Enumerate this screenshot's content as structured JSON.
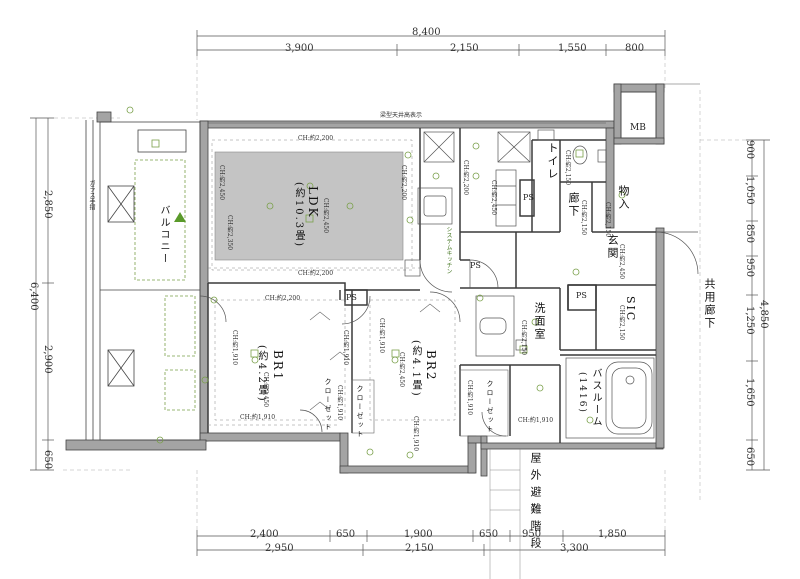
{
  "top_dims": {
    "total": "8,400",
    "segments": [
      "3,900",
      "2,150",
      "1,550",
      "800"
    ]
  },
  "bottom_dims": {
    "row1": [
      "2,400",
      "650",
      "1,900",
      "650",
      "950",
      "1,850"
    ],
    "row2": [
      "2,950",
      "2,150",
      "3,300"
    ]
  },
  "left_dims": {
    "total": "6,400",
    "segments": [
      "2,850",
      "2,900",
      "650"
    ]
  },
  "right_dims": {
    "total": "4,850",
    "segments": [
      "900",
      "1,050",
      "850",
      "950",
      "1,250",
      "1,650",
      "650"
    ]
  },
  "rooms": {
    "ldk_name": "LDK",
    "ldk_size": "(約10.3畳)",
    "br1_name": "BR1",
    "br1_size": "(約4.2畳)",
    "br2_name": "BR2",
    "br2_size": "(約4.1畳)",
    "balcony": "バルコニー",
    "toilet": "トイレ",
    "hallway": "廊下",
    "storage": "物入",
    "entrance": "玄関",
    "sic": "SIC",
    "washroom": "洗面室",
    "bathroom": "バスルーム",
    "bathroom_size": "(1416)",
    "closet1": "クローゼット",
    "closet2": "クローゼット",
    "closet3": "クローゼット",
    "common_corridor": "共用廊下",
    "stairs": "屋外避難階段",
    "mb": "MB",
    "ps1": "PS",
    "ps2": "PS",
    "ps3": "PS",
    "ps4": "PS",
    "glass_rail": "ガラス手摺",
    "kitchen_note": "システムキッチン",
    "ceiling_note": "梁型天井高表示"
  },
  "ceiling_labels": {
    "ldk_top": "CH:約2,200",
    "ldk_bottom": "CH:約2,200",
    "ldk_inner": "CH:約2,450",
    "ldk_left1": "CH:約2,450",
    "ldk_left2": "CH:約2,350",
    "ldk_right": "CH:約2,200",
    "ldk_right2": "CH:約2,200",
    "br1_top": "CH:約2,200",
    "br1_inner": "CH:約2,450",
    "br1_bottom": "CH:約1,910",
    "br2_inner": "CH:約2,450",
    "br2_bottom": "CH:約1,910",
    "br2_side": "CH:約1,910",
    "hall": "CH:約2,450",
    "hall2": "CH:約2,150",
    "toilet": "CH:約2,150",
    "storage": "CH:約2,150",
    "entrance": "CH:約2,450",
    "sic": "CH:約2,150",
    "closet1": "CH:約1,910",
    "closet2": "CH:約1,910",
    "wash": "CH:約2,150",
    "shoes": "CH:約1,910",
    "closet3": "CH:約1,910",
    "closet4": "CH:約1,910"
  },
  "colors": {
    "wall": "#a4a4a4",
    "line": "#3a3a3a",
    "fixture": "#7aa04a",
    "ceiling_fill": "#c4c4c4"
  }
}
